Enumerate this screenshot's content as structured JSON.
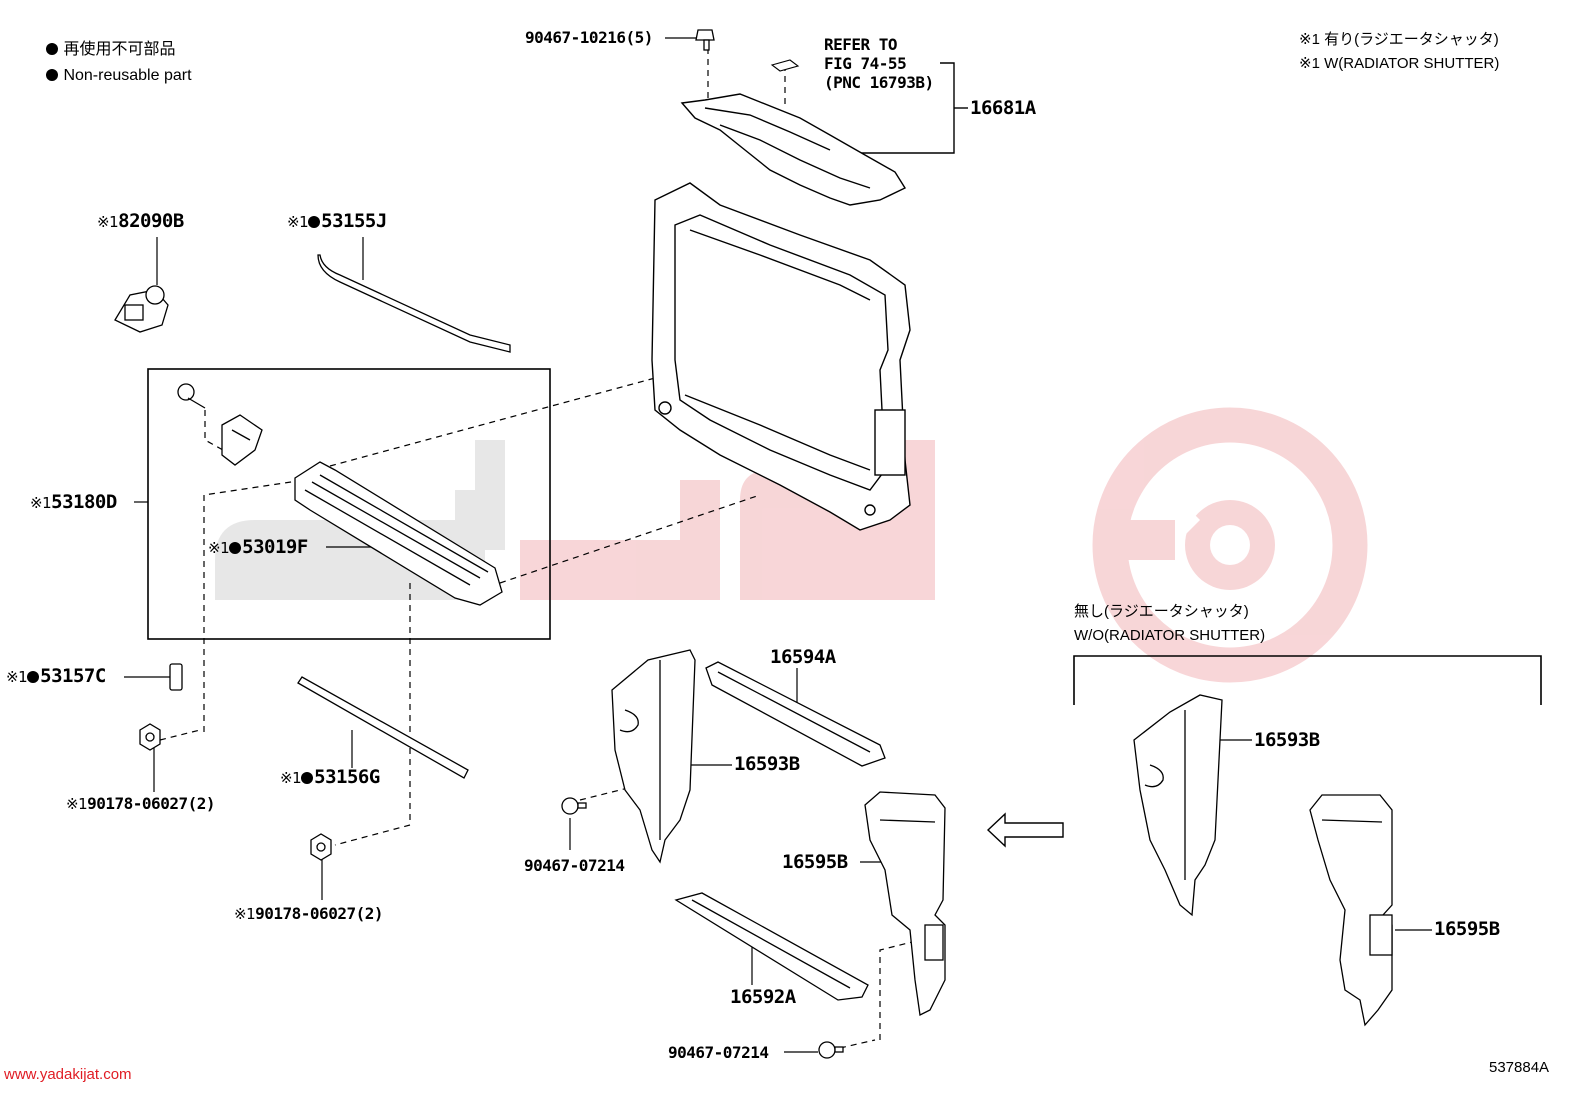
{
  "legend": {
    "line1": "再使用不可部品",
    "line2": "Non-reusable part"
  },
  "notes": {
    "w_shutter_jp": "※1 有り(ラジエータシャッタ)",
    "w_shutter_en": "※1 W(RADIATOR SHUTTER)",
    "wo_shutter_jp": "無し(ラジエータシャッタ)",
    "wo_shutter_en": "W/O(RADIATOR SHUTTER)"
  },
  "refer": {
    "line1": "REFER TO",
    "line2": "FIG 74-55",
    "line3": "(PNC 16793B)"
  },
  "mark": "※1",
  "parts": {
    "p90467_10216": "90467-10216(5)",
    "p16681A": "16681A",
    "p82090B": "82090B",
    "p53155J": "53155J",
    "p53180D": "53180D",
    "p53019F": "53019F",
    "p53157C": "53157C",
    "p90178_a": "90178-06027(2)",
    "p53156G": "53156G",
    "p90178_b": "90178-06027(2)",
    "p16594A": "16594A",
    "p16593B_l": "16593B",
    "p90467_07214_a": "90467-07214",
    "p16595B_l": "16595B",
    "p16592A": "16592A",
    "p90467_07214_b": "90467-07214",
    "p16593B_r": "16593B",
    "p16595B_r": "16595B"
  },
  "figure_id": "537884A",
  "watermark": {
    "site": "www.yadakijat.com",
    "logo_color": "#e8202a",
    "logo_gray": "#dcdcdc"
  }
}
